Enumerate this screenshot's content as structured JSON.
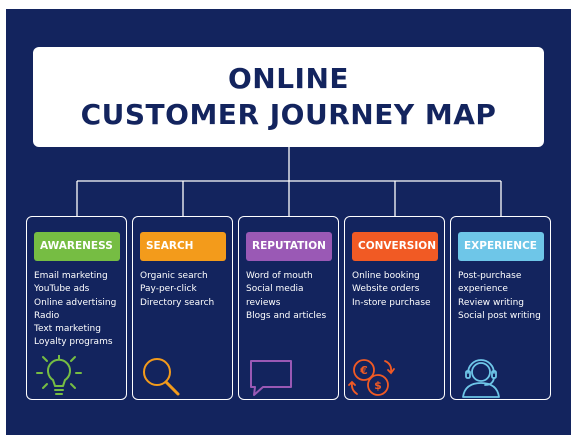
{
  "title": {
    "line1": "ONLINE",
    "line2": "CUSTOMER JOURNEY MAP"
  },
  "colors": {
    "background": "#13245e",
    "title_text": "#13245e",
    "card_border": "#ffffff"
  },
  "stages": [
    {
      "label": "AWARENESS",
      "color": "#76bd43",
      "icon": "lightbulb-icon",
      "items": [
        "Email marketing",
        "YouTube ads",
        "Online advertising",
        "Radio",
        "Text marketing",
        "Loyalty programs"
      ]
    },
    {
      "label": "SEARCH",
      "color": "#f39b1b",
      "icon": "magnifier-icon",
      "items": [
        "Organic search",
        "Pay-per-click",
        "Directory search"
      ]
    },
    {
      "label": "REPUTATION",
      "color": "#9a59b5",
      "icon": "speech-bubble-icon",
      "items": [
        "Word of mouth",
        "Social media",
        "reviews",
        "Blogs and articles"
      ]
    },
    {
      "label": "CONVERSION",
      "color": "#f15a24",
      "icon": "currency-exchange-icon",
      "items": [
        "Online booking",
        "Website orders",
        "In-store purchase"
      ]
    },
    {
      "label": "EXPERIENCE",
      "color": "#6ec6e8",
      "icon": "headset-agent-icon",
      "items": [
        "Post-purchase",
        "experience",
        "Review writing",
        "Social post writing"
      ]
    }
  ]
}
